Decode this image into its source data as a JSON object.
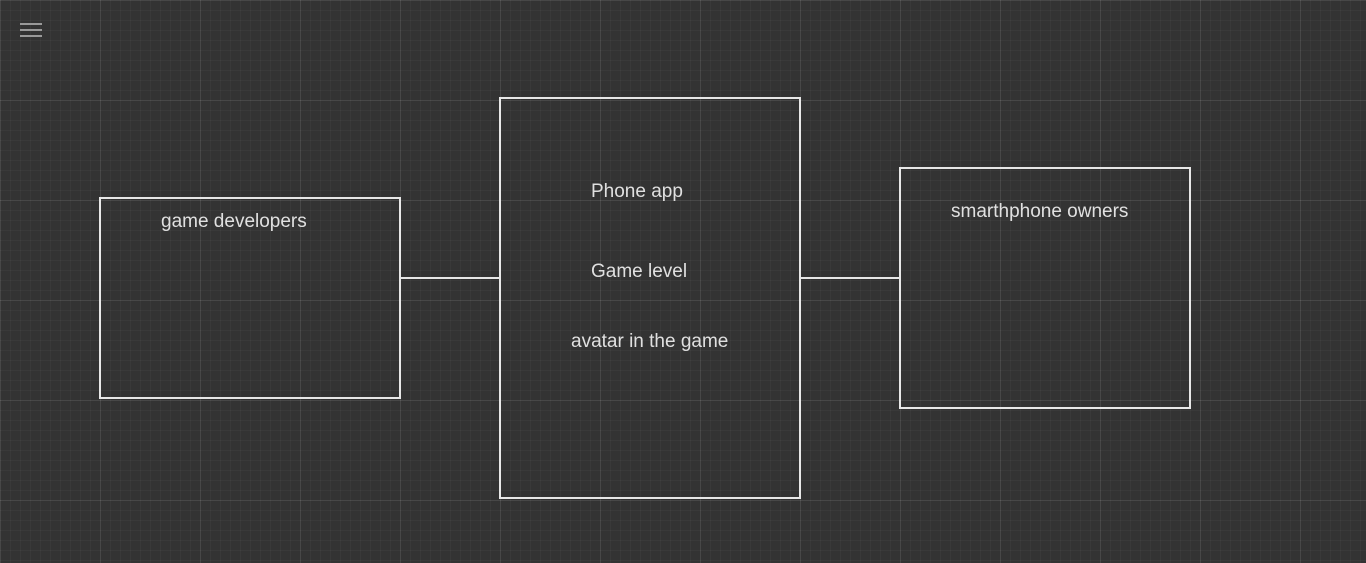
{
  "toolbar": {
    "menu_icon": "hamburger-menu-icon"
  },
  "diagram": {
    "left_box": {
      "label": "game developers"
    },
    "center_box": {
      "items": [
        "Phone app",
        "Game level",
        "avatar in the game"
      ]
    },
    "right_box": {
      "label": "smarthphone owners"
    },
    "line_color": "#e8e8e8",
    "background_color": "#333333"
  }
}
